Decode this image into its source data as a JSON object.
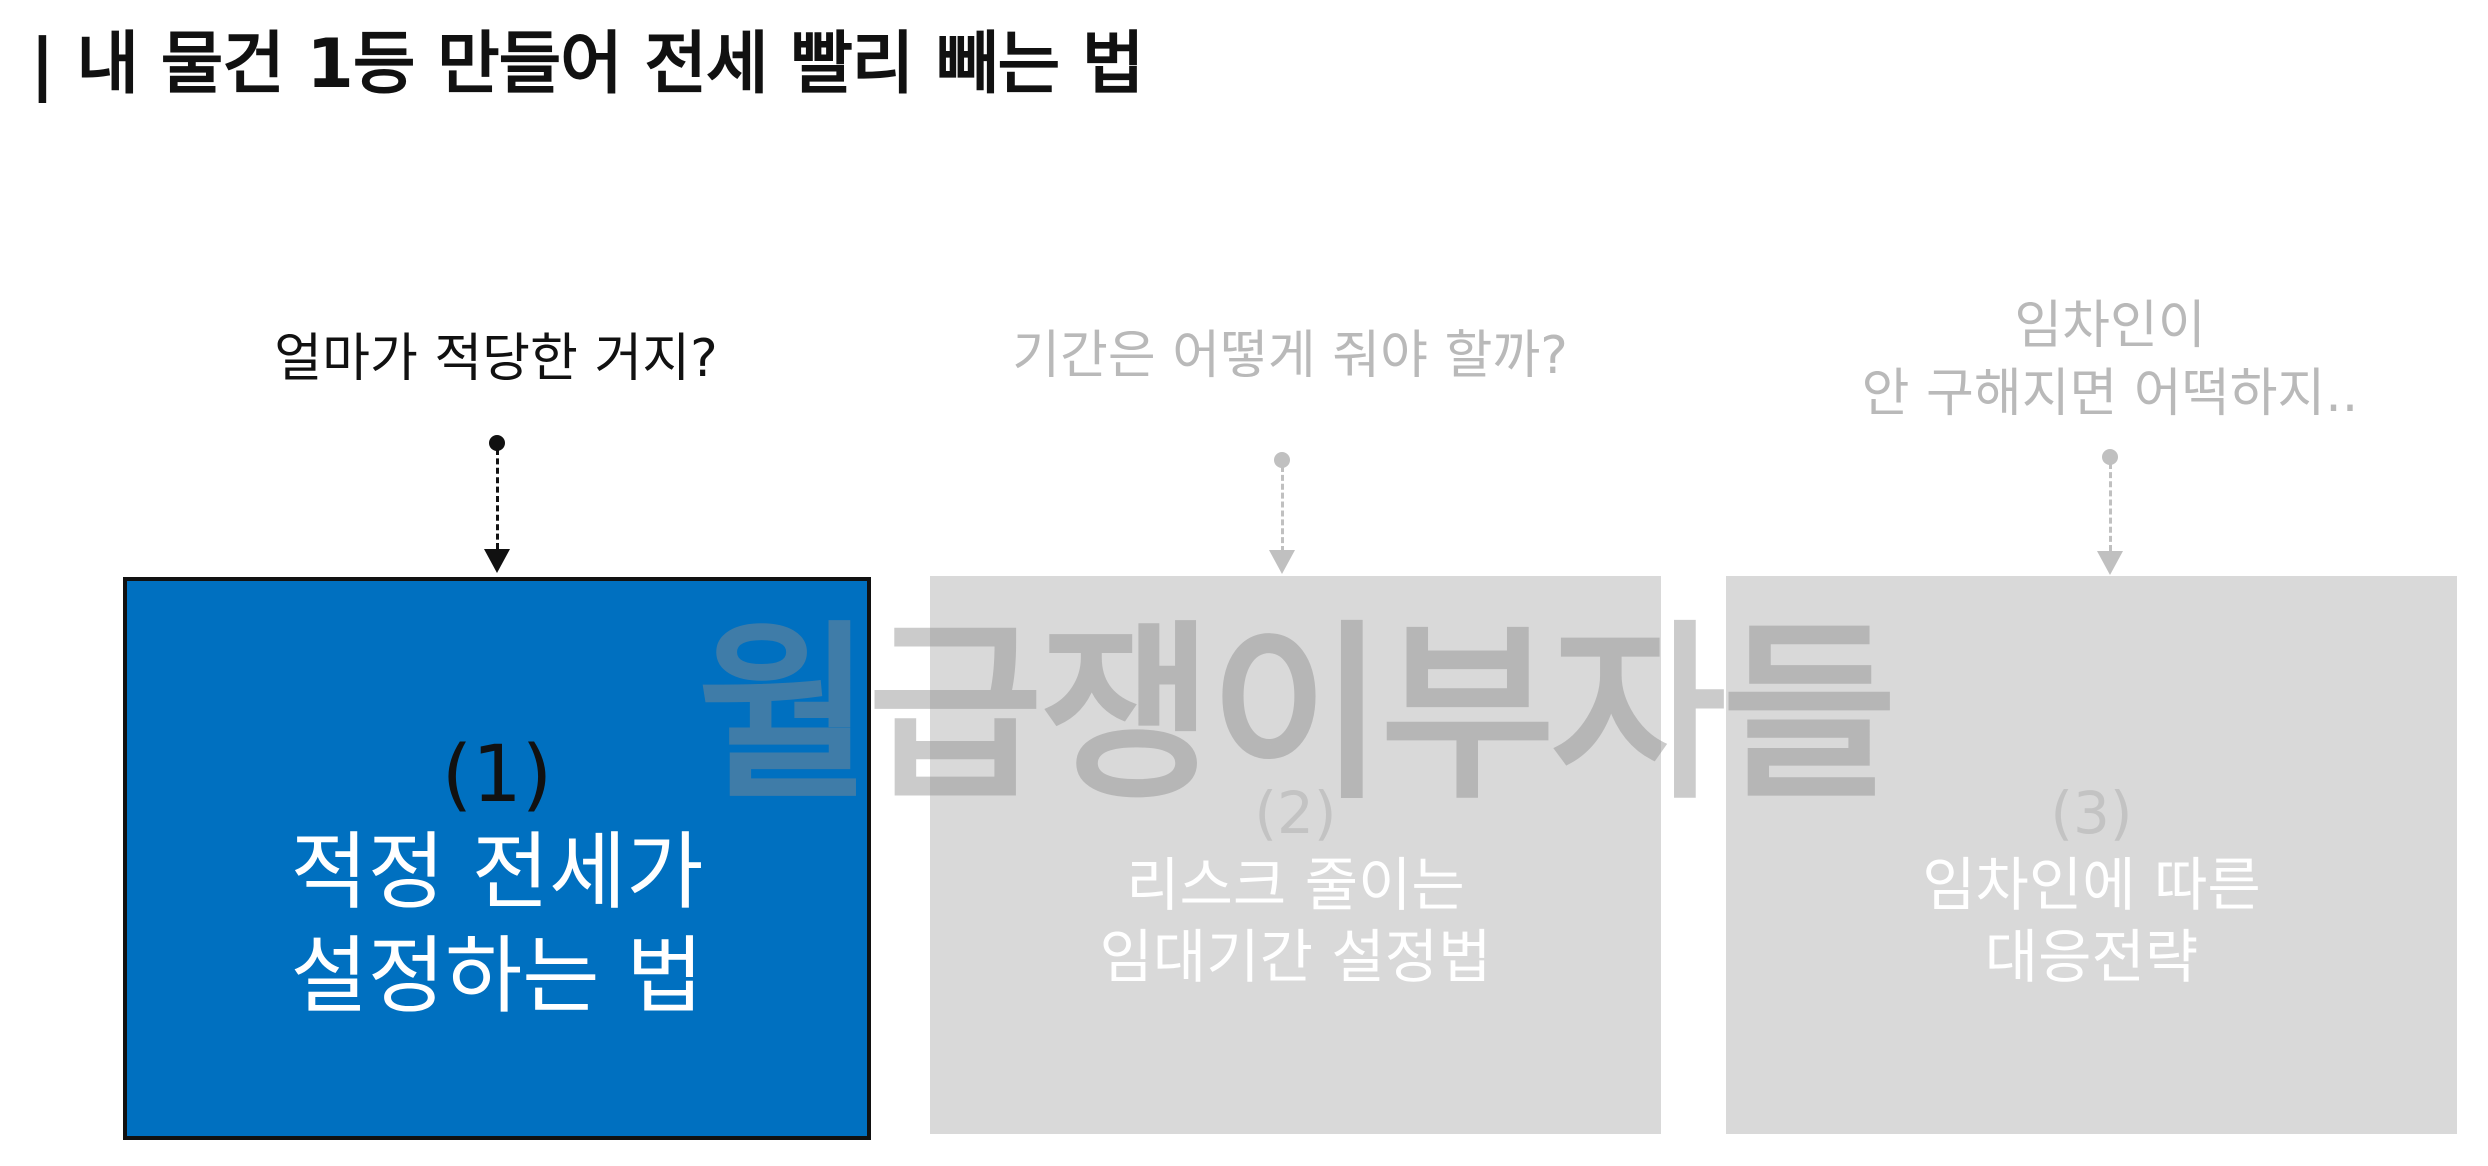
{
  "title": "| 내 물건 1등 만들어 전세 빨리 빼는 법",
  "steps": [
    {
      "question_lines": [
        "얼마가 적당한 거지?"
      ],
      "number": "(1)",
      "label_lines": [
        "적정 전세가",
        "설정하는 법"
      ],
      "active": true
    },
    {
      "question_lines": [
        "기간은 어떻게 줘야 할까?"
      ],
      "number": "(2)",
      "label_lines": [
        "리스크 줄이는",
        "임대기간 설정법"
      ],
      "active": false
    },
    {
      "question_lines": [
        "임차인이",
        "안 구해지면 어떡하지.."
      ],
      "number": "(3)",
      "label_lines": [
        "임차인에 따른",
        "대응전략"
      ],
      "active": false
    }
  ],
  "watermark": "월급쟁이부자들",
  "colors": {
    "active_box": "#0070c0",
    "inactive_box": "#d9d9d9",
    "inactive_text": "#b9b9b9",
    "active_border": "#111111"
  }
}
